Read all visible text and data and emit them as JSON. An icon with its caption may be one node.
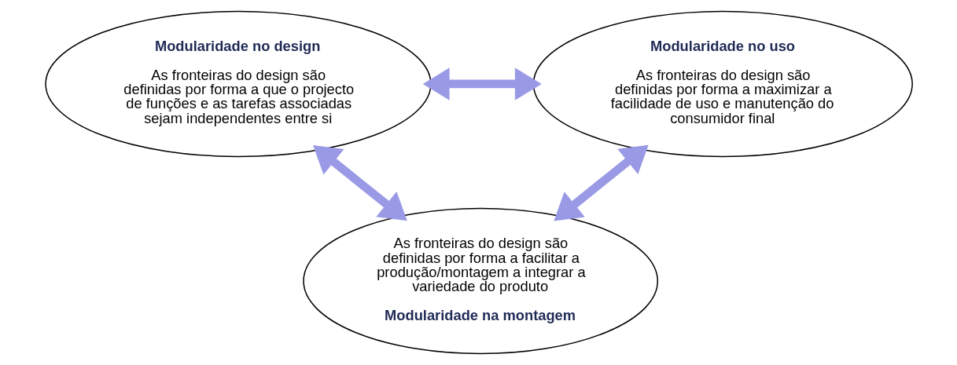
{
  "diagram": {
    "nodes": [
      {
        "text": [
          "Modularidade no design",
          "As fronteiras do design são definidas por forma a que o projecto de funções e as tarefas associadas sejam independentes entre si"
        ]
      },
      {
        "text": [
          "Modularidade no uso",
          "As fronteiras do design são definidas por forma a maximizar a facilidade de uso e manutenção do consumidor final"
        ]
      },
      {
        "text": [
          "As fronteiras do design são definidas por forma a facilitar a produção/montagem a integrar a variedade do produto",
          "Modularidade na montagem"
        ]
      }
    ],
    "edges": [
      {
        "from": 0,
        "to": 1,
        "arrow": "both"
      },
      {
        "from": 0,
        "to": 2,
        "arrow": "both"
      },
      {
        "from": 1,
        "to": 2,
        "arrow": "both"
      }
    ]
  }
}
